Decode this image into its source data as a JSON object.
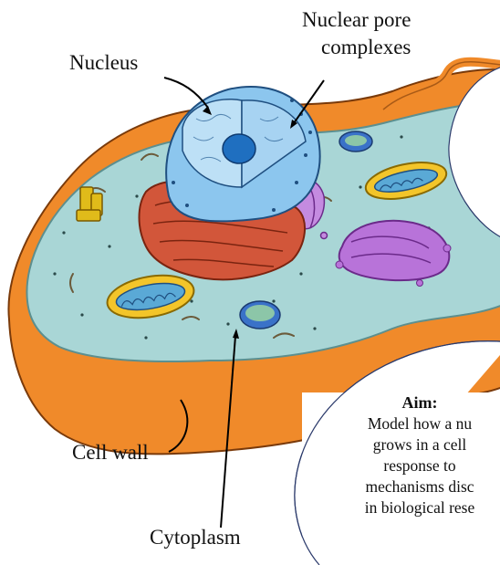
{
  "labels": {
    "nucleus": "Nucleus",
    "nuclear_pore_line1": "Nuclear pore",
    "nuclear_pore_line2": "complexes",
    "cell_wall": "Cell wall",
    "cytoplasm": "Cytoplasm"
  },
  "aim_bubble": {
    "title": "Aim:",
    "lines": [
      "Model how a nu",
      "grows in a cell",
      "response to",
      "mechanisms disc",
      "in biological rese"
    ]
  },
  "colors": {
    "cell_wall": "#f08a2a",
    "cytoplasm": "#a9d6d6",
    "nucleus": "#8cc6ee",
    "nucleolus": "#1f6fc0",
    "er": "#d2563a",
    "golgi": "#b873d9",
    "mitochondria": "#f3c52a",
    "bubble_stroke": "#2b3a6b"
  }
}
